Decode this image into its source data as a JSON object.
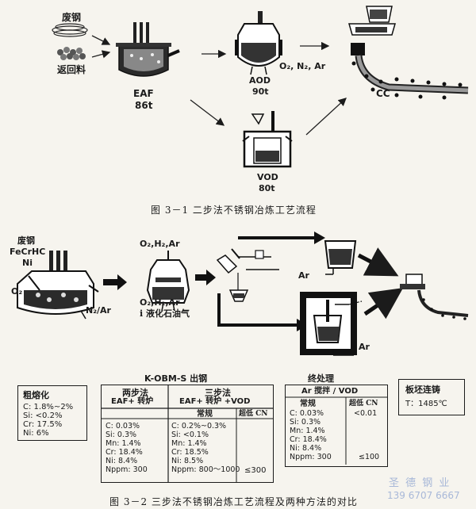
{
  "fig1": {
    "scrap": "废钢",
    "returns": "返回料",
    "eaf_name": "EAF",
    "eaf_cap": "86t",
    "aod_name": "AOD",
    "aod_cap": "90t",
    "aod_gas": "O₂, N₂, Ar",
    "vod_name": "VOD",
    "vod_cap": "80t",
    "cc_name": "CC",
    "caption": "图 3－1   二步法不锈钢冶炼工艺流程"
  },
  "fig2": {
    "inputs": [
      "废钢",
      "FeCrHC",
      "Ni"
    ],
    "o2": "O₂",
    "n2ar": "N₂/Ar",
    "top_gas": "O₂,H₂,Ar",
    "bottom_gas": "O₂,H₂,Ar",
    "lpg": "i 液化石油气",
    "ar1": "Ar",
    "ar2": "Ar",
    "kobm_title": "K-OBM-S 出钢",
    "two_step": "两步法",
    "two_step_route": "EAF+ 转炉",
    "three_step": "三步法",
    "three_step_route": "EAF+ 转炉 +VOD",
    "normal": "常规",
    "ultra_low": "超低 CN",
    "final_title": "终处理",
    "final_sub": "Ar 搅拌 / VOD",
    "final_normal": "常规",
    "final_ultra": "超低 CN",
    "slab_title": "板坯连铸",
    "slab_temp": "T：1485℃",
    "decarb_title": "粗熔化",
    "decarb_rows": [
      "C:   1.8%~2%",
      "Si:   <0.2%",
      "Cr:   17.5%",
      "Ni:   6%"
    ],
    "two_rows": [
      "C:      0.03%",
      "Si:     0.3%",
      "Mn:    1.4%",
      "Cr:     18.4%",
      "Ni:     8.4%",
      "Nppm: 300"
    ],
    "three_rows": [
      "C:   0.2%~0.3%",
      "Si:   <0.1%",
      "Mn:  1.4%",
      "Cr:   18.5%",
      "Ni:   8.5%",
      "Nppm: 800～1000"
    ],
    "ultra_value": "≤300",
    "final_rows": [
      "C:      0.03%",
      "Si:     0.3%",
      "Mn:    1.4%",
      "Cr:     18.4%",
      "Ni:     8.4%",
      "Nppm: 300"
    ],
    "final_ultra_c": "<0.01",
    "final_ultra_n": "≤100",
    "caption": "图 3－2   三步法不锈钢冶炼工艺流程及两种方法的对比"
  },
  "watermark": {
    "name": "圣 德 钢 业",
    "phone": "139 6707 6667"
  }
}
